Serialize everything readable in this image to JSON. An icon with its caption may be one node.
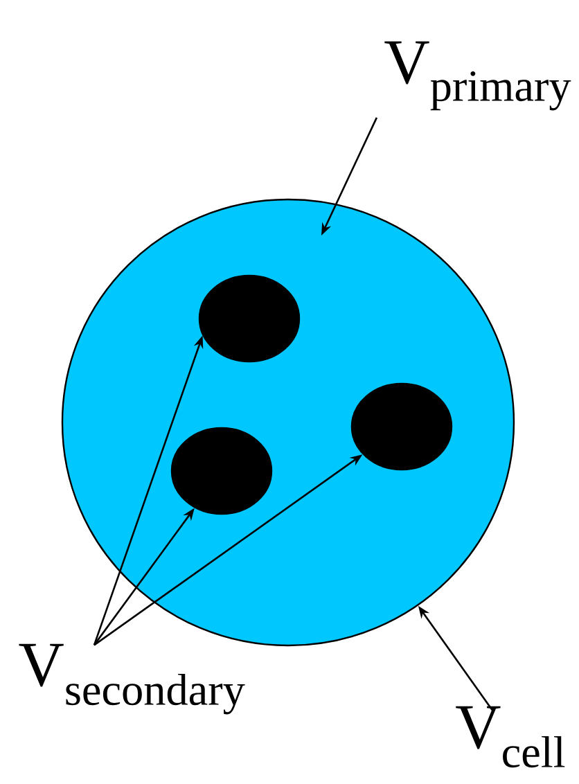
{
  "diagram": {
    "nodes": [
      {
        "text": [
          "\\mathrm{V}_{\\mathrm{primary}}"
        ]
      },
      {
        "text": [],
        "shape": "circle"
      },
      {
        "text": [],
        "shape": "circle",
        "in": 1
      },
      {
        "text": [],
        "shape": "circle",
        "in": 1
      },
      {
        "text": [],
        "shape": "circle",
        "in": 1
      },
      {
        "text": [
          "\\mathrm{V}_{\\mathrm{secondary}}"
        ]
      },
      {
        "text": [
          "\\mathrm{V}_{\\mathrm{cell}}"
        ]
      }
    ],
    "edges": [
      {
        "from": 0,
        "to": 1,
        "arrow": "to"
      },
      {
        "from": 5,
        "to": 2,
        "arrow": "to"
      },
      {
        "from": 5,
        "to": 4,
        "arrow": "to"
      },
      {
        "from": 5,
        "to": 3,
        "arrow": "to"
      },
      {
        "from": 6,
        "to": 1,
        "arrow": "to"
      }
    ]
  }
}
